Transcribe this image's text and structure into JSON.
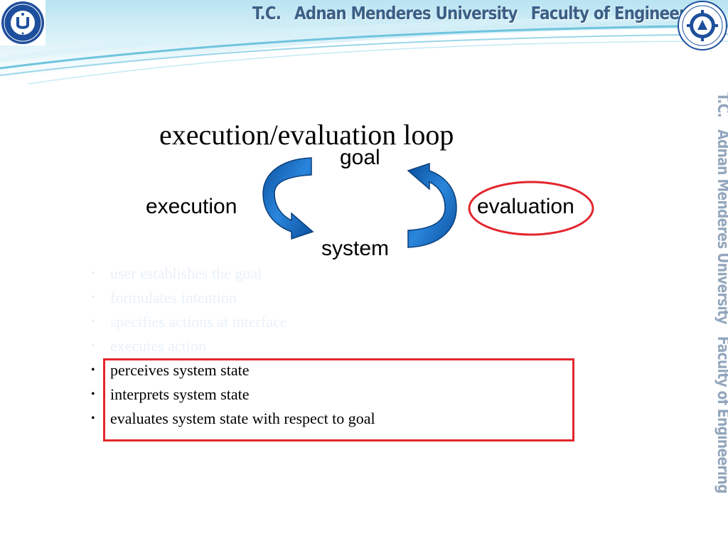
{
  "header": {
    "title_parts": [
      "T.C.",
      "Adnan Menderes University",
      "Faculty of Engineering"
    ]
  },
  "logos": {
    "left": "adnan-menderes-university-seal",
    "right": "engineering-faculty-seal"
  },
  "side_title": {
    "parts": [
      "T.C.",
      "Adnan Menderes University",
      "Faculty of Engineering"
    ]
  },
  "slide": {
    "title": "execution/evaluation loop"
  },
  "diagram": {
    "goal": "goal",
    "execution": "execution",
    "evaluation": "evaluation",
    "system": "system",
    "arrow_color": "#1f6fc5",
    "highlight_color": "#e3262d"
  },
  "steps": [
    {
      "text": "user establishes the goal",
      "state": "faded"
    },
    {
      "text": "formulates intention",
      "state": "faded"
    },
    {
      "text": "specifies actions at interface",
      "state": "faded"
    },
    {
      "text": "executes action",
      "state": "faded"
    },
    {
      "text": "perceives system state",
      "state": "active"
    },
    {
      "text": "interprets system state",
      "state": "active"
    },
    {
      "text": "evaluates system state with respect to goal",
      "state": "active"
    }
  ]
}
